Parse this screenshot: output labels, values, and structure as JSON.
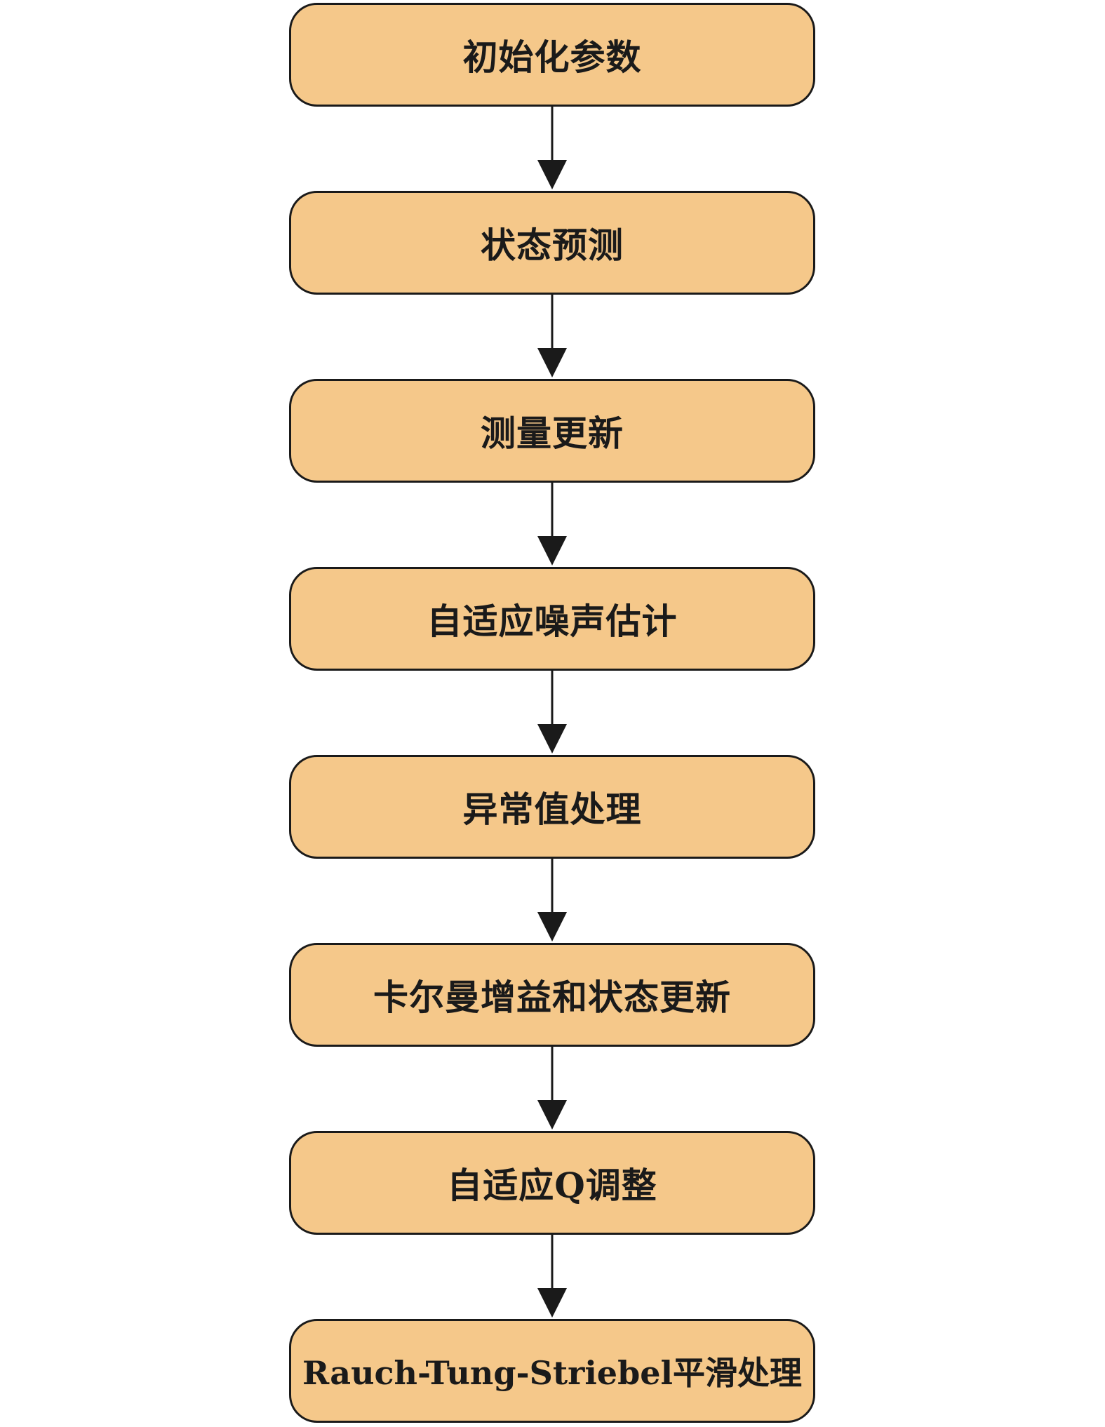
{
  "diagram": {
    "steps": [
      {
        "label": "初始化参数"
      },
      {
        "label": "状态预测"
      },
      {
        "label": "测量更新"
      },
      {
        "label": "自适应噪声估计"
      },
      {
        "label": "异常值处理"
      },
      {
        "label": "卡尔曼增益和状态更新"
      },
      {
        "label": "自适应Q调整"
      },
      {
        "label": "Rauch-Tung-Striebel平滑处理"
      }
    ],
    "colors": {
      "box_fill": "#f5c88a",
      "box_stroke": "#1a1a1a",
      "arrow": "#1a1a1a",
      "text": "#1a1a1a"
    }
  }
}
